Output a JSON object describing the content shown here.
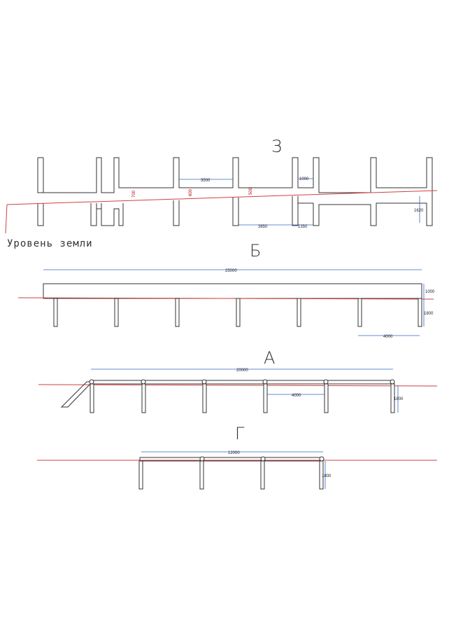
{
  "ground_label": "Уровень земли",
  "views": {
    "z": {
      "letter": "З",
      "dims": {
        "d3500": "3500",
        "d1000": "1000",
        "d1620": "1620",
        "d3850": "3850",
        "d1350": "1350"
      },
      "red": {
        "r700": "700",
        "r600": "600",
        "r500": "500"
      }
    },
    "b": {
      "letter": "Б",
      "dims": {
        "length": "25000",
        "height": "1000",
        "post": "1800",
        "span": "4000"
      }
    },
    "a": {
      "letter": "А",
      "dims": {
        "length": "20000",
        "span": "4000",
        "post": "1800"
      }
    },
    "g": {
      "letter": "Г",
      "dims": {
        "length": "12000",
        "post": "1800"
      }
    }
  },
  "colors": {
    "ground_line": "#d04040",
    "dimension_line": "#3366cc",
    "structure": "#333333",
    "annotation_red": "#c00000"
  }
}
